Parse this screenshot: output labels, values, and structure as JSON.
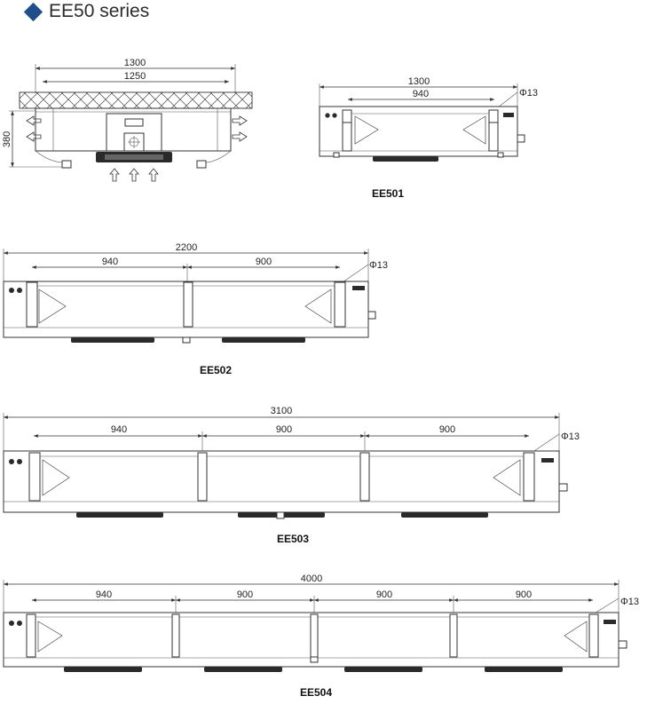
{
  "header": {
    "title": "EE50 series"
  },
  "side_view": {
    "width_outer": "1300",
    "width_inner": "1250",
    "height": "380"
  },
  "units": [
    {
      "model": "EE501",
      "total": "1300",
      "spans": [
        "940"
      ],
      "hole": "Φ13"
    },
    {
      "model": "EE502",
      "total": "2200",
      "spans": [
        "940",
        "900"
      ],
      "hole": "Φ13"
    },
    {
      "model": "EE503",
      "total": "3100",
      "spans": [
        "940",
        "900",
        "900"
      ],
      "hole": "Φ13"
    },
    {
      "model": "EE504",
      "total": "4000",
      "spans": [
        "940",
        "900",
        "900",
        "900"
      ],
      "hole": "Φ13"
    }
  ]
}
